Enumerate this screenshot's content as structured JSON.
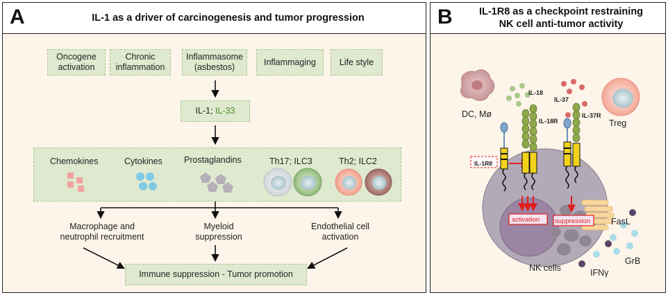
{
  "panel_a": {
    "letter": "A",
    "title": "IL-1 as a driver of carcinogenesis and tumor progression",
    "triggers": [
      {
        "line1": "Oncogene",
        "line2": "activation"
      },
      {
        "line1": "Chronic",
        "line2": "inflammation"
      },
      {
        "line1": "Inflammasome",
        "line2": "(asbestos)"
      },
      {
        "line1": "Inflammaging",
        "line2": ""
      },
      {
        "line1": "Life style",
        "line2": ""
      }
    ],
    "cytokine_box": {
      "part1": "IL-1; ",
      "part2": "IL-33"
    },
    "mediators": [
      "Chemokines",
      "Cytokines",
      "Prostaglandins",
      "Th17; ILC3",
      "Th2; ILC2"
    ],
    "outcomes": [
      {
        "line1": "Macrophage and",
        "line2": "neutrophil recruitment"
      },
      {
        "line1": "Myeloid",
        "line2": "suppression"
      },
      {
        "line1": "Endothelial cell",
        "line2": "activation"
      }
    ],
    "final_box": "Immune suppression - Tumor promotion"
  },
  "panel_b": {
    "letter": "B",
    "title_line1": "IL-1R8 as a checkpoint restraining",
    "title_line2": "NK cell anti-tumor activity",
    "labels": {
      "dc": "DC, Mø",
      "il18": "IL-18",
      "il18r": "IL-18R",
      "il37": "IL-37",
      "il37r": "IL-37R",
      "treg": "Treg",
      "il1r8": "IL-1R8",
      "activation": "activation",
      "suppression": "suppression",
      "fasl": "FasL",
      "grb": "GrB",
      "ifng": "IFNγ",
      "nk": "NK cells"
    }
  },
  "colors": {
    "panel_bg": "#fdf4ea",
    "green_box": "#dfe9cf",
    "green_dashed": "#a9c58c",
    "il33_green": "#4f8a2a",
    "activation_red": "#e02020",
    "nk_purple": "#b3aab8",
    "receptor_yellow": "#f2d21a",
    "receptor_green": "#8fa84a"
  }
}
